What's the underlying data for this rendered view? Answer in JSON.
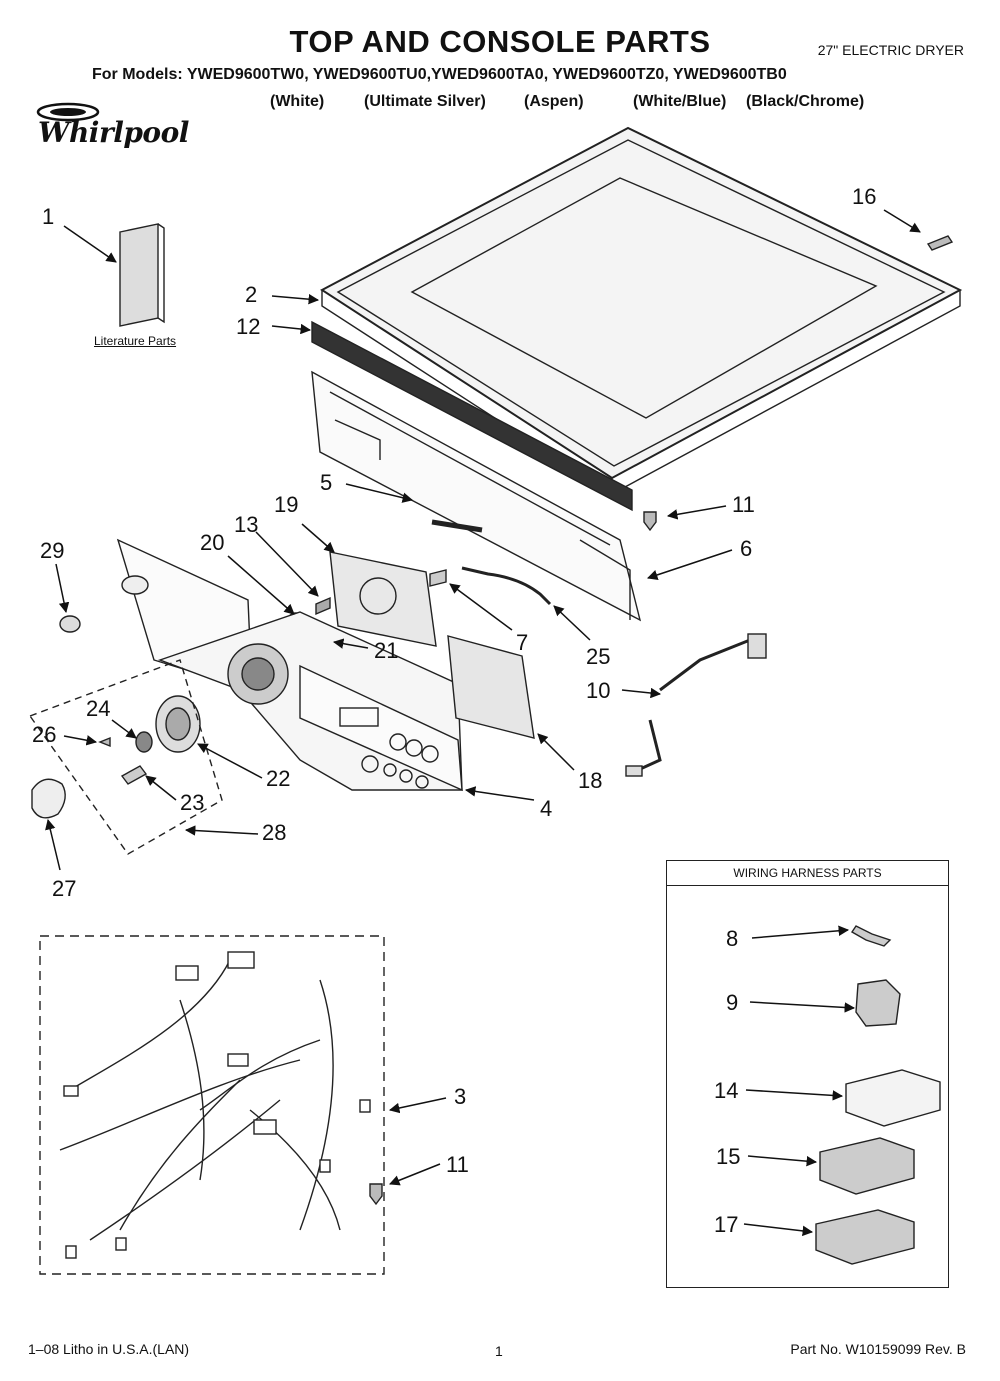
{
  "header": {
    "title": "TOP AND CONSOLE PARTS",
    "dryer_type": "27\" ELECTRIC DRYER",
    "models_line": "For Models: YWED9600TW0, YWED9600TU0,YWED9600TA0, YWED9600TZ0, YWED9600TB0",
    "colors": [
      "(White)",
      "(Ultimate Silver)",
      "(Aspen)",
      "(White/Blue)",
      "(Black/Chrome)"
    ]
  },
  "logo": {
    "brand": "Whirlpool"
  },
  "literature_label": "Literature Parts",
  "callouts": [
    "1",
    "2",
    "12",
    "16",
    "5",
    "11",
    "6",
    "19",
    "13",
    "20",
    "29",
    "7",
    "25",
    "21",
    "10",
    "24",
    "26",
    "22",
    "23",
    "18",
    "4",
    "28",
    "27",
    "3",
    "11"
  ],
  "wiring_harness": {
    "title": "WIRING HARNESS PARTS",
    "callouts": [
      "8",
      "9",
      "14",
      "15",
      "17"
    ]
  },
  "footer": {
    "left": "1–08 Litho in U.S.A.(LAN)",
    "page": "1",
    "right": "Part No. W10159099 Rev. B"
  }
}
